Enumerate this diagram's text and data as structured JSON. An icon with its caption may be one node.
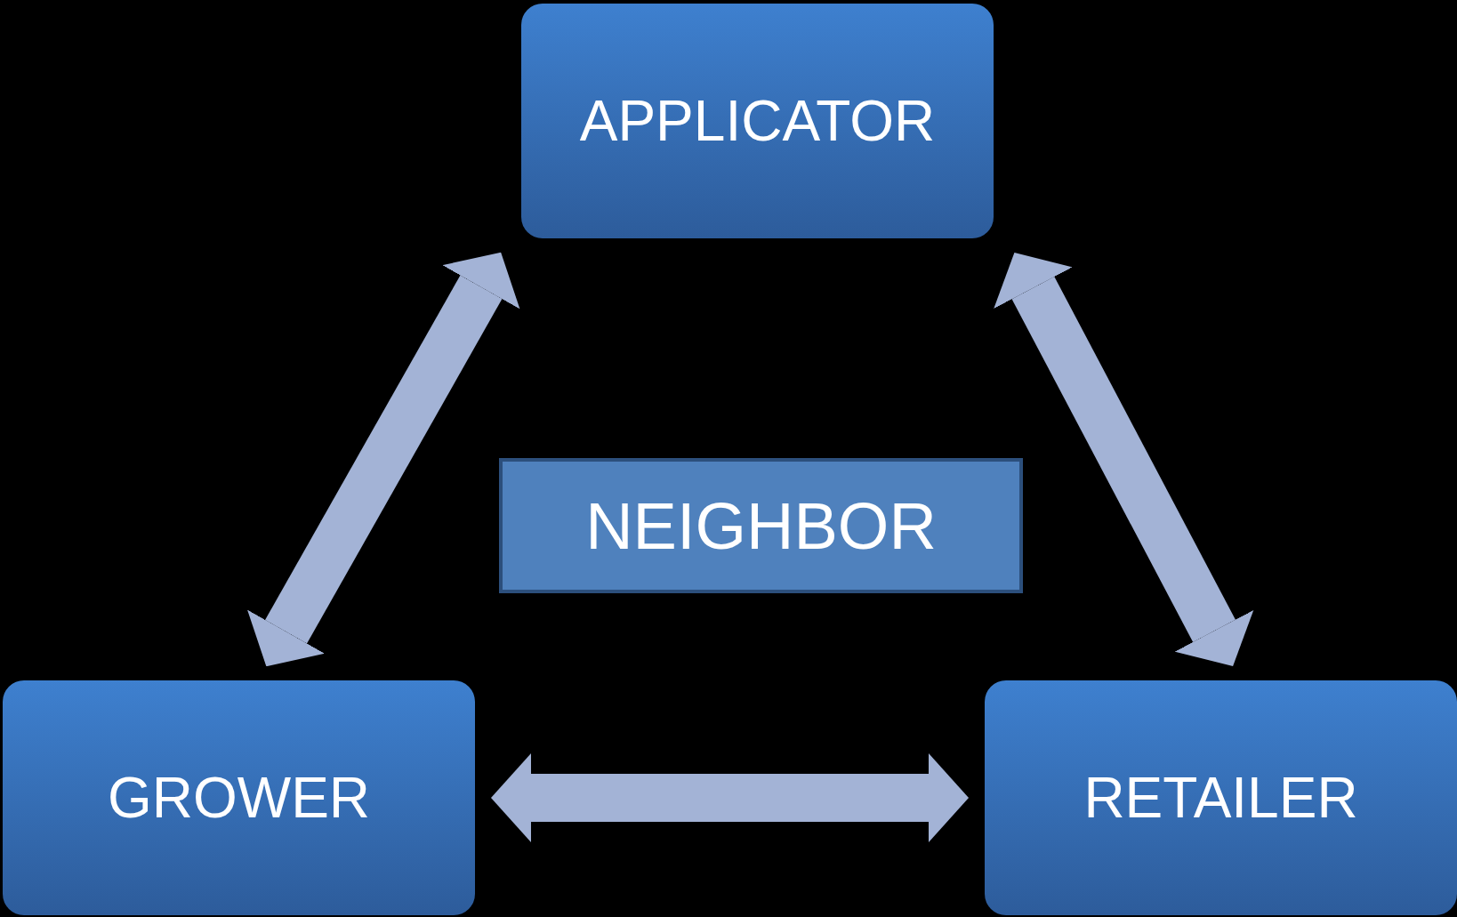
{
  "diagram": {
    "nodes": [
      {
        "text": [
          "APPLICATOR"
        ]
      },
      {
        "text": [
          "NEIGHBOR"
        ]
      },
      {
        "text": [
          "GROWER"
        ]
      },
      {
        "text": [
          "RETAILER"
        ]
      }
    ],
    "edges": [
      {
        "from": 2,
        "to": 0,
        "arrow": "both"
      },
      {
        "from": 0,
        "to": 3,
        "arrow": "both"
      },
      {
        "from": 2,
        "to": 3,
        "arrow": "both"
      }
    ]
  }
}
